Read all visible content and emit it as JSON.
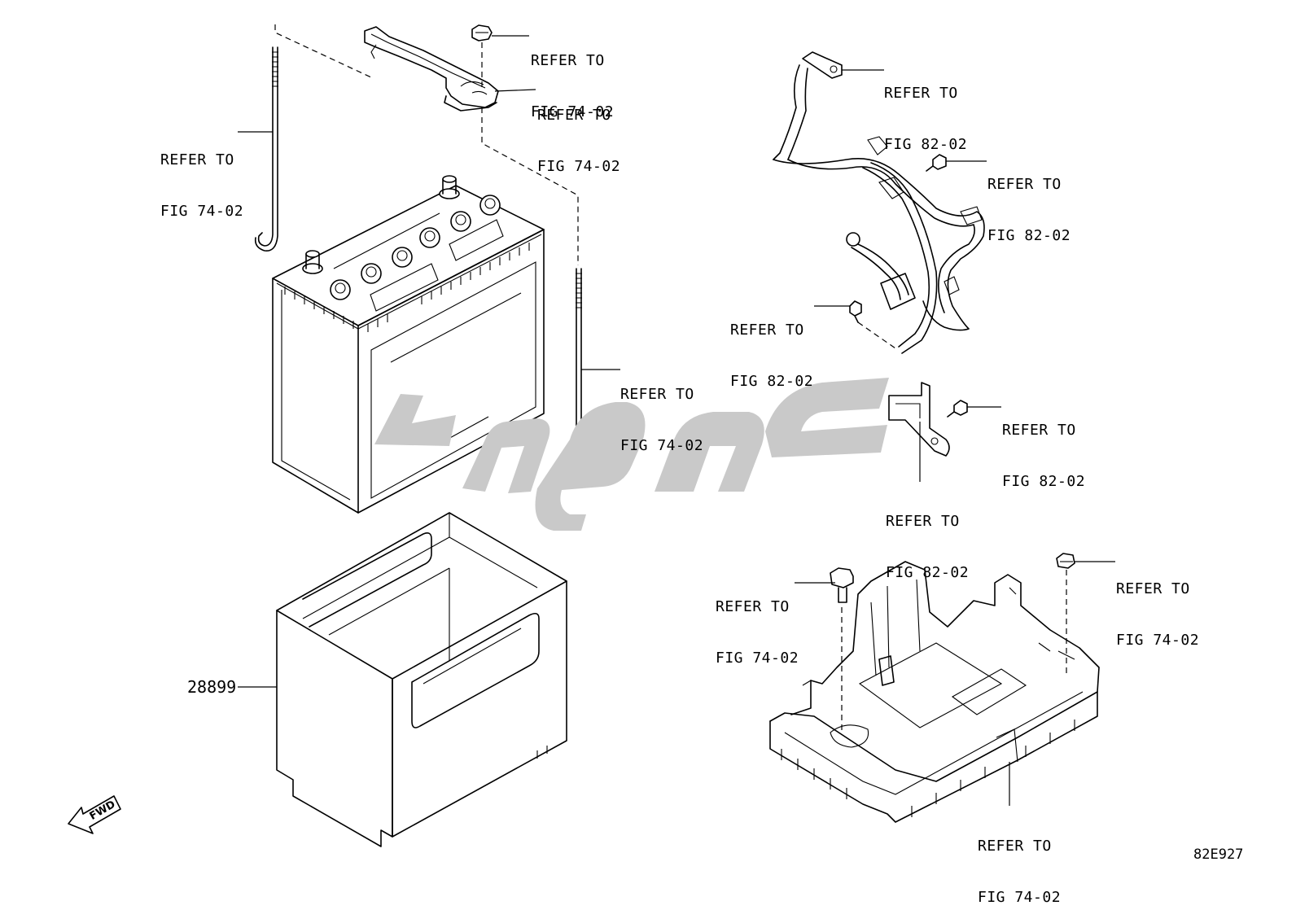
{
  "callouts": {
    "hold_down_nut": [
      "REFER TO",
      "FIG 74-02"
    ],
    "hold_down_clamp": [
      "REFER TO",
      "FIG 74-02"
    ],
    "rod_left": [
      "REFER TO",
      "FIG 74-02"
    ],
    "rod_right": [
      "REFER TO",
      "FIG 74-02"
    ],
    "cable_terminal": [
      "REFER TO",
      "FIG 82-02"
    ],
    "cable_bolt_top": [
      "REFER TO",
      "FIG 82-02"
    ],
    "cable_bolt_left": [
      "REFER TO",
      "FIG 82-02"
    ],
    "bracket_bolt": [
      "REFER TO",
      "FIG 82-02"
    ],
    "bracket": [
      "REFER TO",
      "FIG 82-02"
    ],
    "tray_bolt_left": [
      "REFER TO",
      "FIG 74-02"
    ],
    "tray_nut_right": [
      "REFER TO",
      "FIG 74-02"
    ],
    "tray_bottom": [
      "REFER TO",
      "FIG 74-02"
    ]
  },
  "part_number": "28899",
  "diagram_code": "82E927",
  "fwd_label": "FWD",
  "icons": [
    "fwd-arrow-icon",
    "watermark-logo"
  ]
}
